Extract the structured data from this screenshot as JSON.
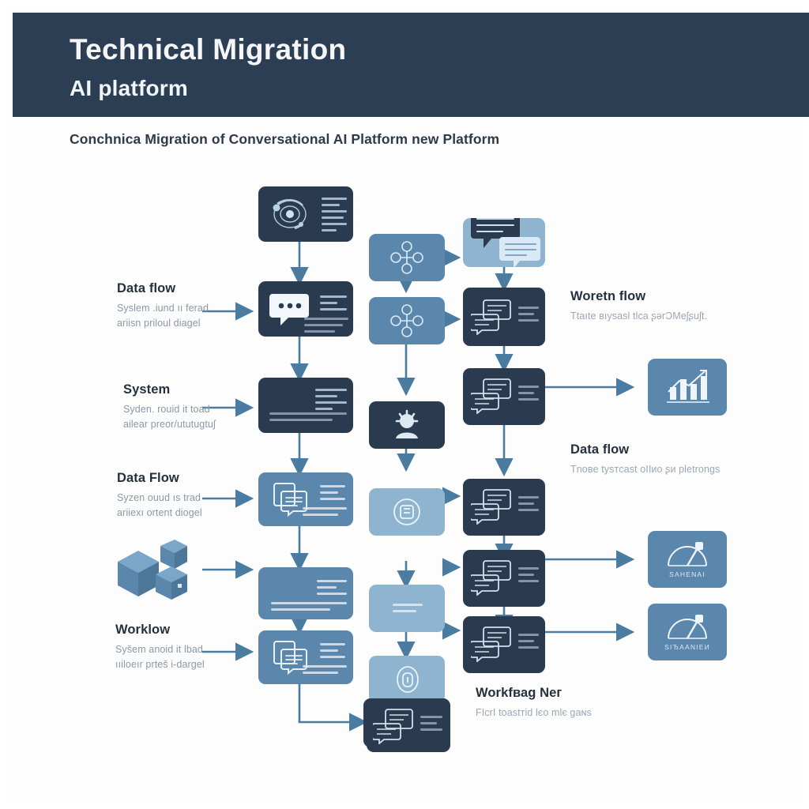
{
  "header": {
    "title": "Technical Migration",
    "subtitle": "AI platform",
    "bg_color": "#2b3e54"
  },
  "page": {
    "caption": "Conchnica Migration of Conversational AI Platform new Platform",
    "background": "#fdfdfd"
  },
  "palette": {
    "dark_card": "#2a3b50",
    "mid_card": "#5b87ad",
    "light_card": "#8fb4d0",
    "arrow": "#4a7ba0",
    "label_title": "#22303f",
    "label_body": "#8a98a6"
  },
  "left_labels": [
    {
      "title": "Data flow",
      "line1": "Syslem .iund  ıı ferad",
      "line2": "ariisn priloul diagel"
    },
    {
      "title": "System",
      "line1": "Syden. rouid  it toad",
      "line2": "ailear preor/ututugtuʃ"
    },
    {
      "title": "Data Flow",
      "line1": "Syzen  ouud  ıs trad",
      "line2": "ariiexı ortent diogel"
    },
    {
      "title": "Worklow",
      "line1": "Syšem  anoid it  lbad",
      "line2": "ııiloeır prteš i-dargel"
    }
  ],
  "right_labels": [
    {
      "title": "Woretn flow",
      "line1": "Ttaıte ʙıysasl tlca ʂərƆMeʃʂuʃt."
    },
    {
      "title": "Data flow",
      "line1": "Tnoвe tysтcaѕt oІІиo ʂи pletronɡs"
    },
    {
      "title": "Workfваg Neг",
      "line1": "FІсrІ toaѕtтіd  lєo mlє ɡaɴs"
    }
  ],
  "nodes": {
    "col1": [
      {
        "name": "orbital-system-card",
        "style": "dark",
        "icon": "orbital-radar-icon"
      },
      {
        "name": "chat-typing-card",
        "style": "dark",
        "icon": "chat-bubble-dots-icon"
      },
      {
        "name": "document-lines-card",
        "style": "dark",
        "icon": "text-lines-icon"
      },
      {
        "name": "copy-docs-card",
        "style": "mid",
        "icon": "stacked-documents-icon"
      },
      {
        "name": "plain-lines-card",
        "style": "mid",
        "icon": "text-lines-icon"
      },
      {
        "name": "copy-docs-card-2",
        "style": "mid",
        "icon": "stacked-documents-icon"
      }
    ],
    "col2": [
      {
        "name": "node-network-card-1",
        "style": "mid",
        "icon": "network-nodes-icon"
      },
      {
        "name": "node-network-card-2",
        "style": "mid",
        "icon": "network-nodes-icon"
      },
      {
        "name": "gear-settings-card",
        "style": "dark",
        "icon": "gear-icon"
      },
      {
        "name": "badge-circle-card",
        "style": "light",
        "icon": "circle-badge-icon"
      },
      {
        "name": "blank-lines-card",
        "style": "light",
        "icon": "text-lines-icon"
      },
      {
        "name": "lock-shield-card",
        "style": "light",
        "icon": "lock-icon"
      },
      {
        "name": "message-pair-card",
        "style": "dark",
        "icon": "message-windows-icon"
      }
    ],
    "col3": [
      {
        "name": "chat-bubbles-card",
        "style": "light",
        "icon": "double-chat-bubble-icon"
      },
      {
        "name": "message-card-1",
        "style": "dark",
        "icon": "message-windows-icon"
      },
      {
        "name": "message-card-2",
        "style": "dark",
        "icon": "message-windows-icon"
      },
      {
        "name": "message-card-3",
        "style": "dark",
        "icon": "message-windows-icon"
      },
      {
        "name": "message-card-4",
        "style": "dark",
        "icon": "message-windows-icon"
      }
    ],
    "col4": [
      {
        "name": "bar-chart-card",
        "style": "mid",
        "icon": "bar-chart-growth-icon",
        "caption": ""
      },
      {
        "name": "gauge-card-1",
        "style": "mid",
        "icon": "gauge-icon",
        "caption": "SΑHЕNАІ"
      },
      {
        "name": "gauge-card-2",
        "style": "mid",
        "icon": "gauge-icon",
        "caption": "SІЂААNІЕИ"
      }
    ],
    "cubes": {
      "name": "isometric-cubes-icon"
    }
  }
}
